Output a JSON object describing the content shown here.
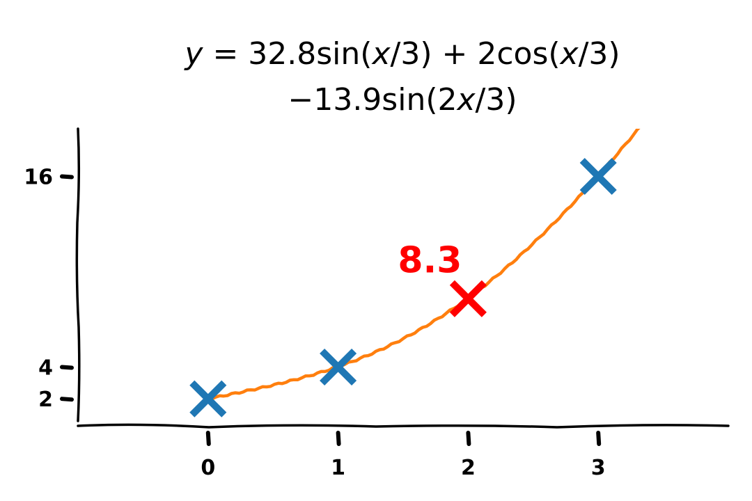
{
  "chart_data": {
    "type": "line",
    "title": {
      "line1": {
        "a": "y",
        "b": " = 32.8sin(",
        "c": "x",
        "d": "/3) + 2cos(",
        "e": "x",
        "f": "/3)"
      },
      "line2": {
        "a": "−13.9sin(2",
        "b": "x",
        "c": "/3)"
      }
    },
    "xlabel": "",
    "ylabel": "",
    "xlim": [
      -1,
      4
    ],
    "ylim": [
      0.3,
      19
    ],
    "x_ticks": [
      0,
      1,
      2,
      3
    ],
    "x_tick_labels": [
      "0",
      "1",
      "2",
      "3"
    ],
    "y_ticks": [
      2,
      4,
      16
    ],
    "y_tick_labels": [
      "2",
      "4",
      "16"
    ],
    "curve": {
      "color": "#ff7f0e",
      "formula": {
        "a": 32.8,
        "b": 2,
        "c": -13.9
      },
      "x_range": [
        0,
        3.6
      ]
    },
    "points": [
      {
        "x": 0,
        "y": 2,
        "color": "#1f77b4"
      },
      {
        "x": 1,
        "y": 4,
        "color": "#1f77b4"
      },
      {
        "x": 2,
        "y": 8.3,
        "color": "#ff0000"
      },
      {
        "x": 3,
        "y": 16,
        "color": "#1f77b4"
      }
    ],
    "annotations": [
      {
        "text": "8.3",
        "x": 2,
        "y": 8.3,
        "color": "#ff0000"
      }
    ],
    "grid": false,
    "legend": "none",
    "style": "xkcd"
  }
}
